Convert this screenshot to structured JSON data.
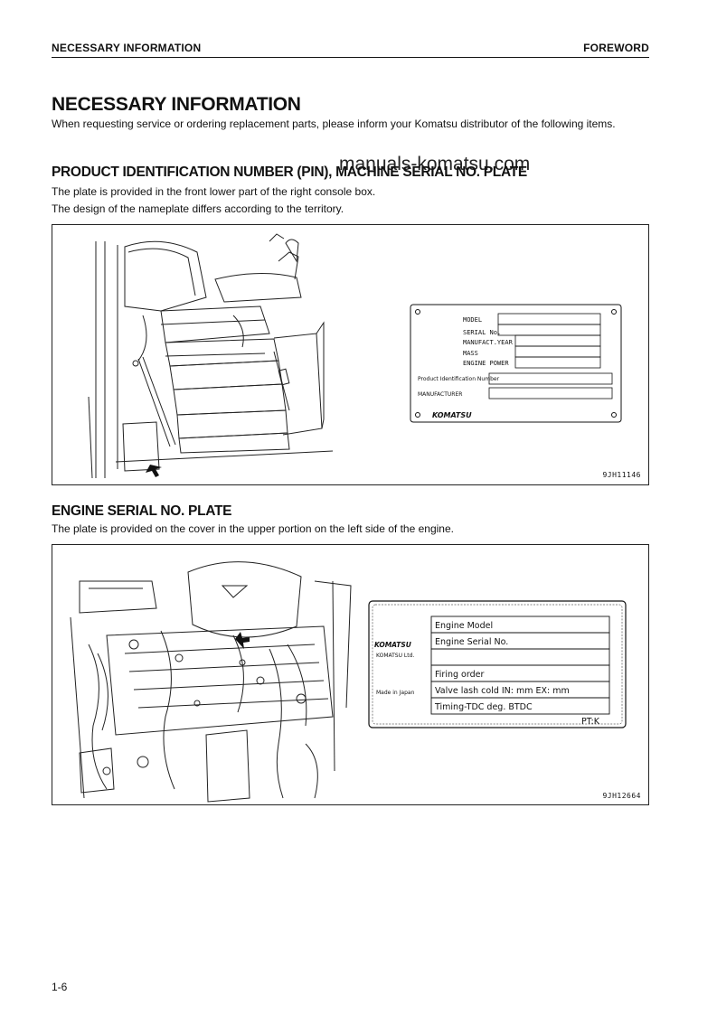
{
  "header": {
    "section_left": "NECESSARY INFORMATION",
    "section_right": "FOREWORD"
  },
  "title": "NECESSARY INFORMATION",
  "intro": "When requesting service or ordering replacement parts, please inform your Komatsu distributor of the following items.",
  "watermark": "manuals-komatsu.com",
  "pin_section": {
    "heading": "PRODUCT IDENTIFICATION NUMBER (PIN), MACHINE SERIAL NO. PLATE",
    "line1": "The plate is provided in the front lower part of the right console box.",
    "line2": "The design of the nameplate differs according to the territory.",
    "figure_code": "9JH11146",
    "plate": {
      "fields": [
        "MODEL",
        "SERIAL No.",
        "MANUFACT.YEAR",
        "MASS",
        "ENGINE POWER"
      ],
      "pin_label": "Product Identification Number",
      "manufacturer_label": "MANUFACTURER",
      "logo": "KOMATSU"
    }
  },
  "engine_section": {
    "heading": "ENGINE SERIAL NO. PLATE",
    "line1": "The plate is provided on the cover in the upper portion on the left side of the engine.",
    "figure_code": "9JH12664",
    "plate": {
      "logo": "KOMATSU",
      "company": "KOMATSU Ltd.",
      "origin": "Made in Japan",
      "rows": [
        "Engine Model",
        "Engine Serial No.",
        "",
        "Firing order",
        "Valve lash cold  IN:    mm   EX:    mm",
        "Timing-TDC                deg. BTDC"
      ],
      "footer": "PT:K"
    }
  },
  "page_number": "1-6"
}
